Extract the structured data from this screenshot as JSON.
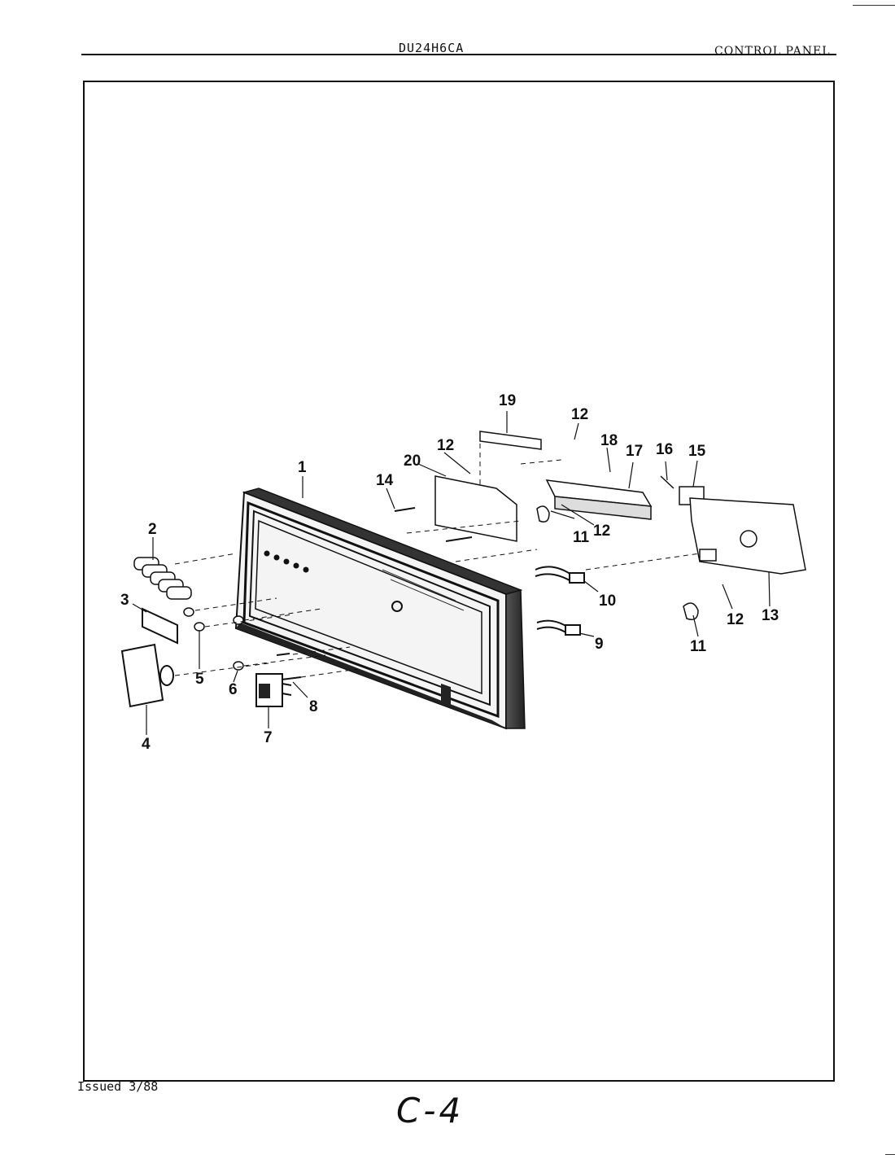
{
  "header": {
    "model": "DU24H6CA",
    "section": "CONTROL PANEL"
  },
  "footer": {
    "issued": "Issued 3/88",
    "page": "C-4"
  },
  "callouts": [
    {
      "id": "c1",
      "label": "1"
    },
    {
      "id": "c2",
      "label": "2"
    },
    {
      "id": "c3",
      "label": "3"
    },
    {
      "id": "c4",
      "label": "4"
    },
    {
      "id": "c5",
      "label": "5"
    },
    {
      "id": "c6",
      "label": "6"
    },
    {
      "id": "c7",
      "label": "7"
    },
    {
      "id": "c8",
      "label": "8"
    },
    {
      "id": "c9",
      "label": "9"
    },
    {
      "id": "c10",
      "label": "10"
    },
    {
      "id": "c11a",
      "label": "11"
    },
    {
      "id": "c11b",
      "label": "11"
    },
    {
      "id": "c12a",
      "label": "12"
    },
    {
      "id": "c12b",
      "label": "12"
    },
    {
      "id": "c12c",
      "label": "12"
    },
    {
      "id": "c12d",
      "label": "12"
    },
    {
      "id": "c13",
      "label": "13"
    },
    {
      "id": "c14",
      "label": "14"
    },
    {
      "id": "c15",
      "label": "15"
    },
    {
      "id": "c16",
      "label": "16"
    },
    {
      "id": "c17",
      "label": "17"
    },
    {
      "id": "c18",
      "label": "18"
    },
    {
      "id": "c19",
      "label": "19"
    },
    {
      "id": "c20",
      "label": "20"
    }
  ]
}
